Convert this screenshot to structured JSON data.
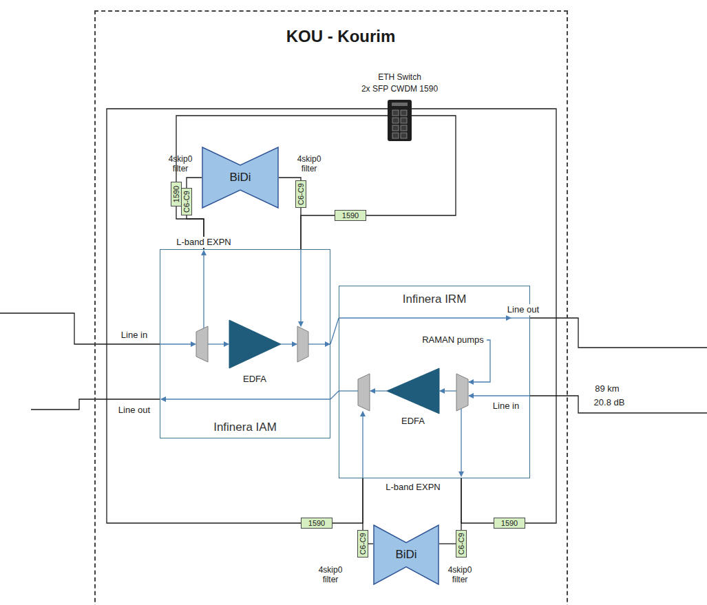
{
  "diagram": {
    "nodes": [
      {
        "text": [
          "KOU - Kourim"
        ]
      },
      {
        "text": [
          "ETH Switch",
          "2x SFP CWDM 1590"
        ],
        "in": 0
      },
      {
        "text": [
          "1590"
        ],
        "in": 0
      },
      {
        "text": [
          "C6-C9"
        ],
        "in": 0
      },
      {
        "text": [
          "BiDi"
        ],
        "in": 0
      },
      {
        "text": [
          "C6-C9"
        ],
        "in": 0
      },
      {
        "text": [
          "1590"
        ],
        "in": 0
      },
      {
        "text": [
          "Infinera IAM"
        ],
        "in": 0
      },
      {
        "text": [
          "Infinera IRM"
        ],
        "in": 0
      },
      {
        "text": [
          "1590"
        ],
        "in": 0
      },
      {
        "text": [
          "C6-C9"
        ],
        "in": 0
      },
      {
        "text": [
          "BiDi"
        ],
        "in": 0
      },
      {
        "text": [
          "C6-C9"
        ],
        "in": 0
      },
      {
        "text": [
          "1590"
        ],
        "in": 0
      }
    ],
    "edges": [
      {
        "from": 1,
        "to": 2,
        "arrow": "none"
      },
      {
        "from": 1,
        "to": 6,
        "arrow": "none"
      },
      {
        "from": 1,
        "to": 9,
        "arrow": "none"
      },
      {
        "from": 1,
        "to": 13,
        "arrow": "none"
      },
      {
        "from": 3,
        "to": 4,
        "arrow": "none"
      },
      {
        "from": 4,
        "to": 5,
        "arrow": "none"
      },
      {
        "from": 2,
        "to": 7,
        "arrow": "none"
      },
      {
        "from": 3,
        "to": 7,
        "arrow": "none"
      },
      {
        "from": 5,
        "to": 7,
        "arrow": "none"
      },
      {
        "from": 6,
        "to": 7,
        "arrow": "none"
      },
      {
        "from": 7,
        "to": 8,
        "arrow": "none"
      },
      {
        "from": 8,
        "to": 7,
        "arrow": "none"
      },
      {
        "from": 10,
        "to": 11,
        "arrow": "none"
      },
      {
        "from": 11,
        "to": 12,
        "arrow": "none"
      },
      {
        "from": 9,
        "to": 8,
        "arrow": "none"
      },
      {
        "from": 10,
        "to": 8,
        "arrow": "none"
      },
      {
        "from": 12,
        "to": 8,
        "arrow": "none"
      },
      {
        "from": 13,
        "to": 8,
        "arrow": "none"
      }
    ],
    "labels": [
      "4skip0 filter",
      "4skip0 filter",
      "L-band EXPN",
      "Line in",
      "EDFA",
      "Line out",
      "Line out",
      "RAMAN pumps",
      "Line in",
      "EDFA",
      "89 km",
      "20.8 dB",
      "L-band EXPN",
      "4skip0 filter",
      "4skip0 filter"
    ]
  }
}
